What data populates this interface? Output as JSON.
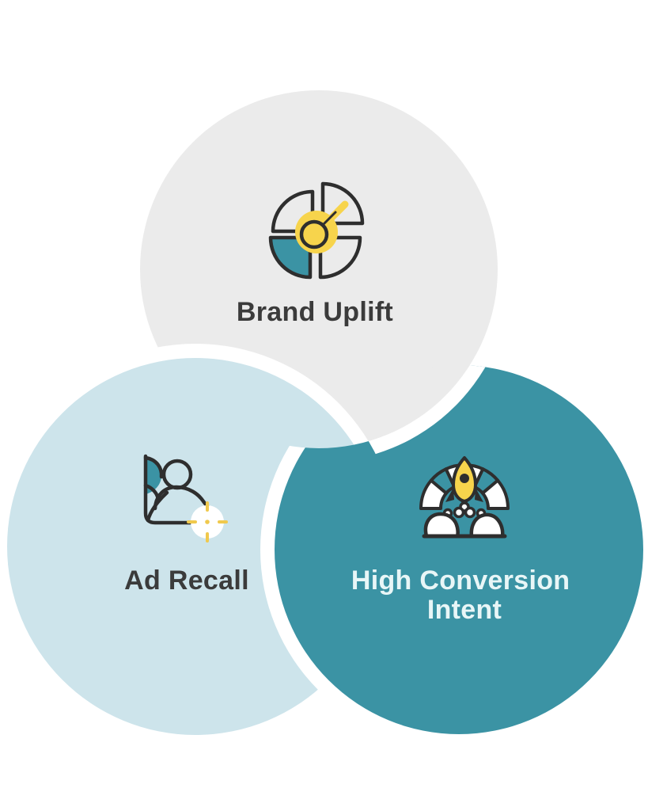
{
  "figure": {
    "type": "three-circle-interlocking-venn",
    "background": "#ffffff",
    "colors": {
      "outline": "#2e2e2e",
      "yellow": "#f7d44c",
      "gold": "#f0c94d",
      "teal": "#3b93a4",
      "halo": "#ffffff",
      "white": "#ffffff"
    },
    "circles": [
      {
        "id": "brand-uplift",
        "label": "Brand Uplift",
        "fill": "#ebebeb",
        "label_color": "#3b3b3b",
        "icon": "pie-chart-magnifier-icon"
      },
      {
        "id": "ad-recall",
        "label": "Ad Recall",
        "fill": "#cde4eb",
        "label_color": "#3b3b3b",
        "icon": "audience-target-icon"
      },
      {
        "id": "high-conversion-intent",
        "label": "High Conversion Intent",
        "label_line1": "High Conversion",
        "label_line2": "Intent",
        "fill": "#3b93a4",
        "label_color": "#e8f6f7",
        "icon": "rocket-launch-icon"
      }
    ]
  }
}
